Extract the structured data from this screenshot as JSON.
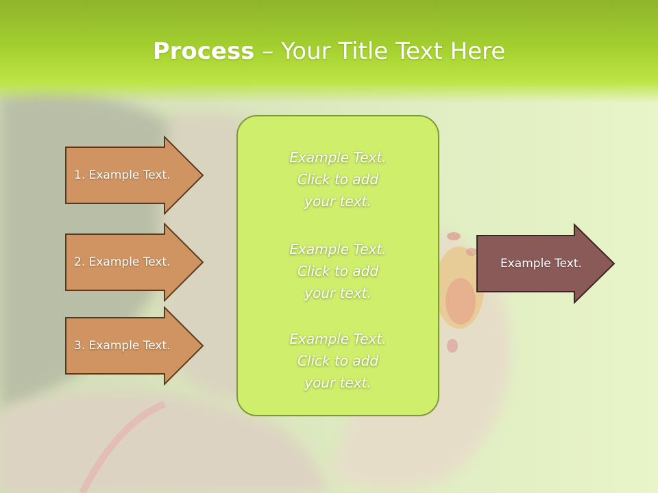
{
  "slide": {
    "title_bold": "Process",
    "title_rest": " – Your Title Text Here",
    "left_arrows": [
      {
        "label": "1. Example Text."
      },
      {
        "label": "2. Example Text."
      },
      {
        "label": "3. Example Text."
      }
    ],
    "center_blocks": [
      {
        "line1": "Example Text.",
        "line2": "Click  to add",
        "line3": "your text."
      },
      {
        "line1": "Example Text.",
        "line2": "Click  to add",
        "line3": "your text."
      },
      {
        "line1": "Example Text.",
        "line2": "Click  to add",
        "line3": "your text."
      }
    ],
    "right_arrow": {
      "label": "Example Text."
    }
  },
  "colors": {
    "header_green": "#a3cf2f",
    "left_arrow_fill": "#cf9461",
    "left_arrow_stroke": "#5b3a1c",
    "center_fill": "#cfee6c",
    "center_stroke": "#7d9a35",
    "right_arrow_fill": "#8a5a59",
    "right_arrow_stroke": "#3e2323"
  }
}
